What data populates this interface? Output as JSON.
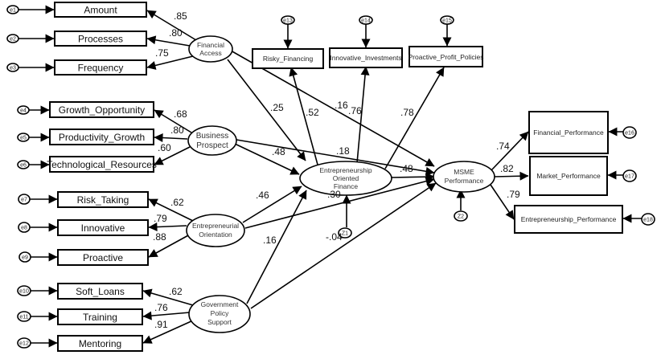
{
  "diagram": {
    "type": "structural equation model path diagram",
    "latents": {
      "financial_access": [
        "Financial",
        "Access"
      ],
      "business_prospect": [
        "Business",
        "Prospect"
      ],
      "entrepreneurial_orientation": [
        "Entrepreneurial",
        "Orientation"
      ],
      "government_policy_support": [
        "Government",
        "Policy",
        "Support"
      ],
      "eof": [
        "Entrepreneurship",
        "Oriented",
        "Finance"
      ],
      "msme": [
        "MSME",
        "Performance"
      ]
    },
    "observed": {
      "amount": "Amount",
      "processes": "Processes",
      "frequency": "Frequency",
      "growth_opportunity": "Growth_Opportunity",
      "productivity_growth": "Productivity_Growth",
      "technological_resources": "Technological_Resources",
      "risk_taking": "Risk_Taking",
      "innovative": "Innovative",
      "proactive": "Proactive",
      "soft_loans": "Soft_Loans",
      "training": "Training",
      "mentoring": "Mentoring",
      "risky_financing": "Risky_Financing",
      "innovative_investments": "Innovative_Investments",
      "proactive_profit_policies": "Proactive_Profit_Policies",
      "financial_performance": "Financial_Performance",
      "market_performance": "Market_Performance",
      "entrepreneurship_performance": "Entrepreneurship_Performance"
    },
    "errors": {
      "e1": "e1",
      "e2": "e2",
      "e3": "e3",
      "e4": "e4",
      "e5": "e5",
      "e6": "e6",
      "e7": "e7",
      "e8": "e8",
      "e9": "e9",
      "e10": "e10",
      "e11": "e11",
      "e12": "e12",
      "e13": "e13",
      "e14": "e14",
      "e15": "e15",
      "e16": "e16",
      "e17": "e17",
      "e18": "e18",
      "z1": "Z1",
      "z2": "Z2"
    },
    "loadings": {
      "fa_amount": ".85",
      "fa_processes": ".80",
      "fa_frequency": ".75",
      "bp_growth": ".68",
      "bp_productivity": ".80",
      "bp_tech": ".60",
      "eo_risk": ".62",
      "eo_innov": ".79",
      "eo_proactive": ".88",
      "gps_soft": ".62",
      "gps_training": ".76",
      "gps_mentoring": ".91",
      "eof_risky": ".52",
      "eof_innov_inv": ".76",
      "eof_proactive_pp": ".78",
      "msme_fin": ".74",
      "msme_market": ".82",
      "msme_entre": ".79"
    },
    "paths": {
      "fa_eof": ".25",
      "fa_msme": ".16",
      "bp_eof": ".48",
      "bp_msme": ".18",
      "eo_eof": ".46",
      "eo_msme": ".30",
      "gps_eof": ".16",
      "gps_msme": "-.04",
      "eof_msme": ".48"
    }
  }
}
